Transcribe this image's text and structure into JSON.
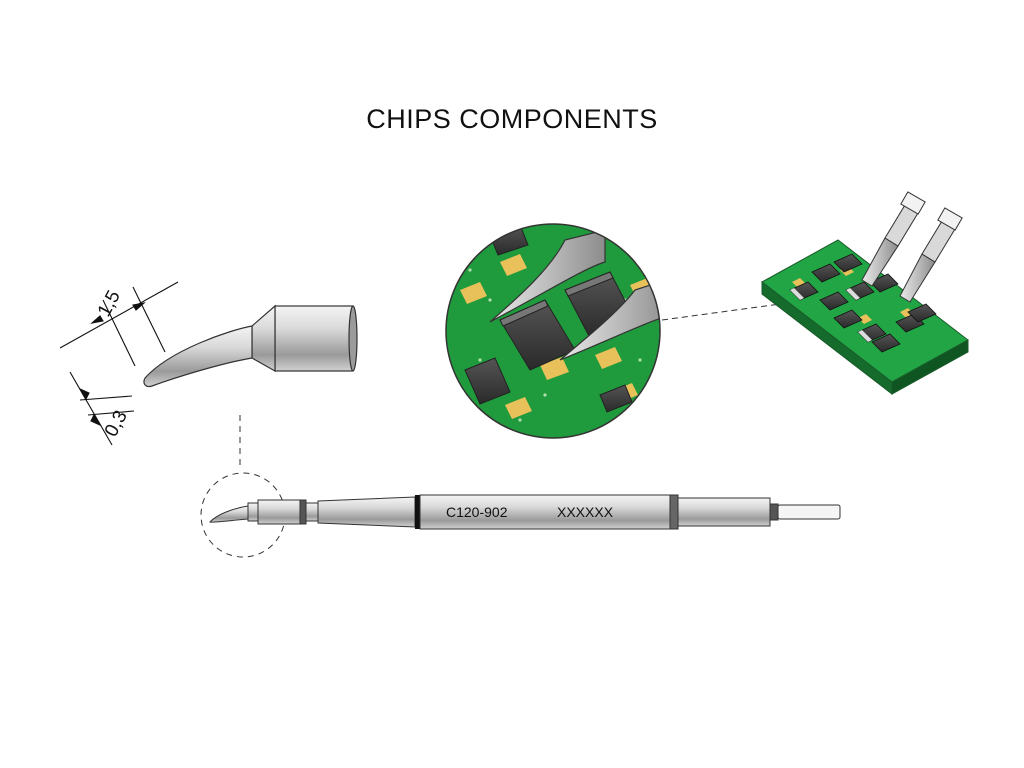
{
  "title": "CHIPS COMPONENTS",
  "dimensions": {
    "length": "1,5",
    "thickness": "0,3"
  },
  "tip_shaft": {
    "model": "C120-902",
    "serial": "XXXXXX"
  },
  "colors": {
    "pcb_green": "#1f9a3c",
    "pad_gold": "#e8c15a",
    "chip_dark": "#3a3a3a",
    "metal": "#c8c8c8"
  }
}
